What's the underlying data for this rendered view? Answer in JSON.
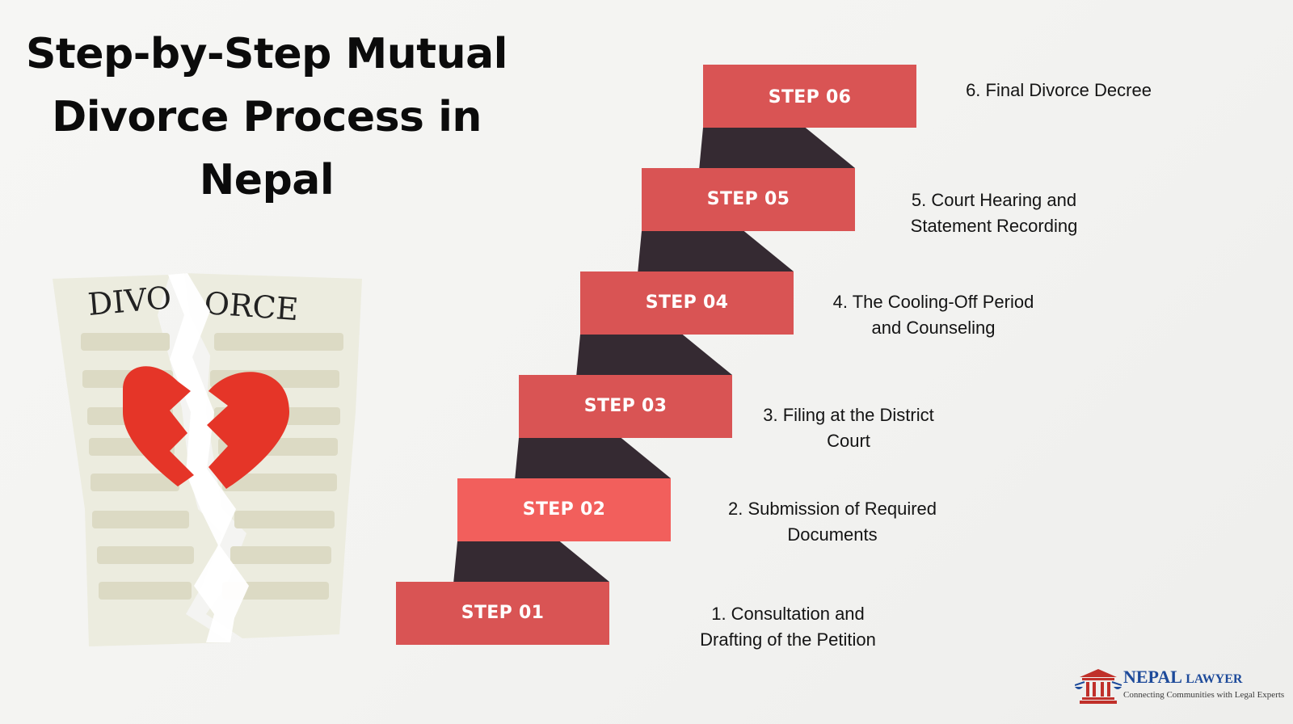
{
  "title_lines": [
    "Step-by-Step Mutual",
    "Divorce Process in",
    "Nepal"
  ],
  "illustration": {
    "paper_text_left": "DIVO",
    "paper_text_right": "ORCE",
    "icon": "broken-heart-icon"
  },
  "steps": [
    {
      "label": "STEP 01",
      "color": "#d95454",
      "desc": [
        "1. Consultation and",
        "Drafting of the Petition"
      ]
    },
    {
      "label": "STEP 02",
      "color": "#f25f5c",
      "desc": [
        "2. Submission of Required",
        "Documents"
      ]
    },
    {
      "label": "STEP 03",
      "color": "#d95454",
      "desc": [
        "3. Filing at the District",
        "Court"
      ]
    },
    {
      "label": "STEP 04",
      "color": "#d95454",
      "desc": [
        "4. The Cooling-Off Period",
        "and Counseling"
      ]
    },
    {
      "label": "STEP 05",
      "color": "#d95454",
      "desc": [
        "5. Court Hearing and",
        "Statement Recording"
      ]
    },
    {
      "label": "STEP 06",
      "color": "#d95454",
      "desc": [
        "6. Final Divorce Decree"
      ]
    }
  ],
  "connector_color": "#352a32",
  "logo": {
    "name_main": "NEPAL",
    "name_small": "LAWYER",
    "tagline": "Connecting Communities with Legal Experts",
    "icon": "courthouse-scales-icon"
  }
}
